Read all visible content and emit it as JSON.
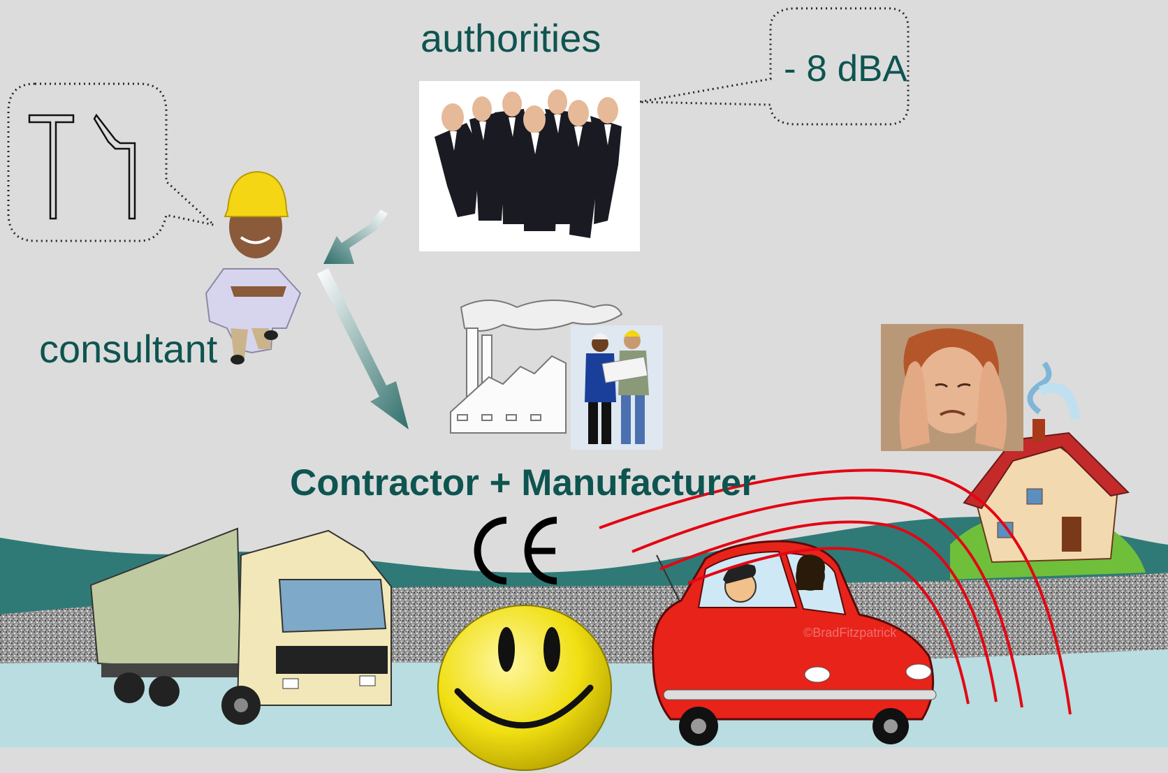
{
  "labels": {
    "authorities": "authorities",
    "consultant": "consultant",
    "contractor": "Contractor + Manufacturer",
    "noise_reduction": "- 8 dBA"
  },
  "marks": {
    "ce": "CE",
    "watermark": "©BradFitzpatrick"
  },
  "colors": {
    "background": "#dcdcdc",
    "text": "#0e5450",
    "hill": "#2f7a77",
    "road": "#b9dde0",
    "sound_waves": "#e30613",
    "car": "#e8231a",
    "smiley": "#f3e21a"
  }
}
